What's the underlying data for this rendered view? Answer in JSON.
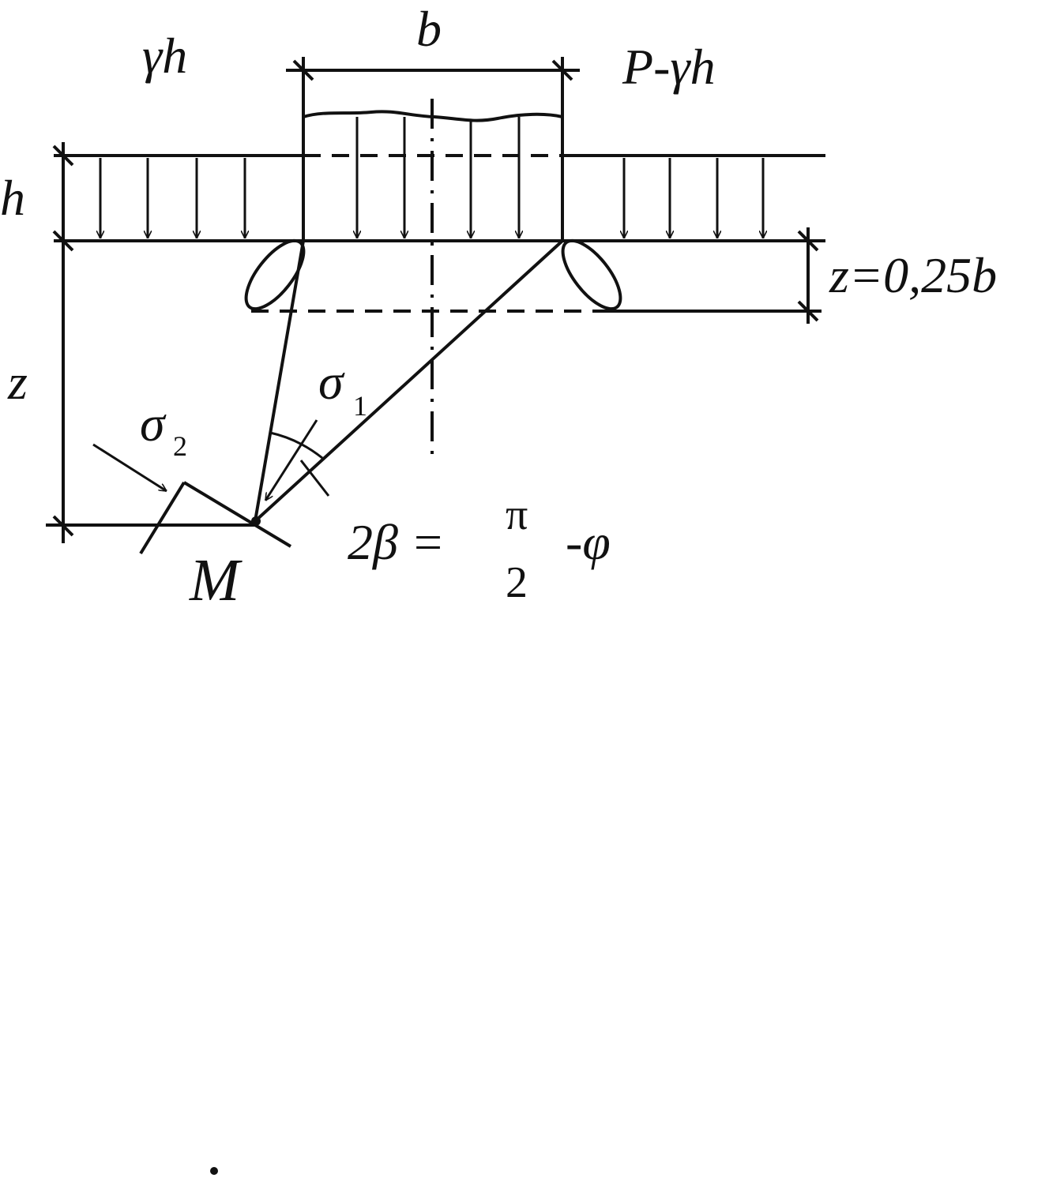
{
  "labels": {
    "surcharge_left": "γh",
    "width": "b",
    "net_pressure": "P-γh",
    "depth_h": "h",
    "depth_z": "z",
    "z_eq": "z=0,25b",
    "sigma1_base": "σ",
    "sigma1_sub": "1",
    "sigma2_base": "σ",
    "sigma2_sub": "2",
    "point": "M",
    "formula_left": "2β =",
    "formula_num": "π",
    "formula_den": "2",
    "formula_right": "-φ"
  }
}
